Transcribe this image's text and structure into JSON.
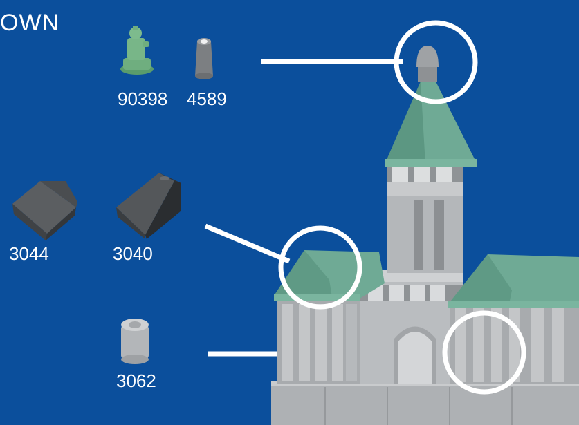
{
  "heading": "OWN",
  "parts": [
    {
      "id": "minifig",
      "number": "90398",
      "color": "#6fae7f"
    },
    {
      "id": "cone",
      "number": "4589",
      "color": "#7c7f82"
    },
    {
      "id": "slope-double",
      "number": "3044",
      "color": "#55585b"
    },
    {
      "id": "slope",
      "number": "3040",
      "color": "#4f5255"
    },
    {
      "id": "round-brick",
      "number": "3062",
      "color": "#b9bbbd"
    }
  ],
  "colors": {
    "background": "#0b4f9c",
    "roof_green": "#6faa95",
    "stone_gray": "#b9bcbf",
    "callout": "#ffffff"
  }
}
